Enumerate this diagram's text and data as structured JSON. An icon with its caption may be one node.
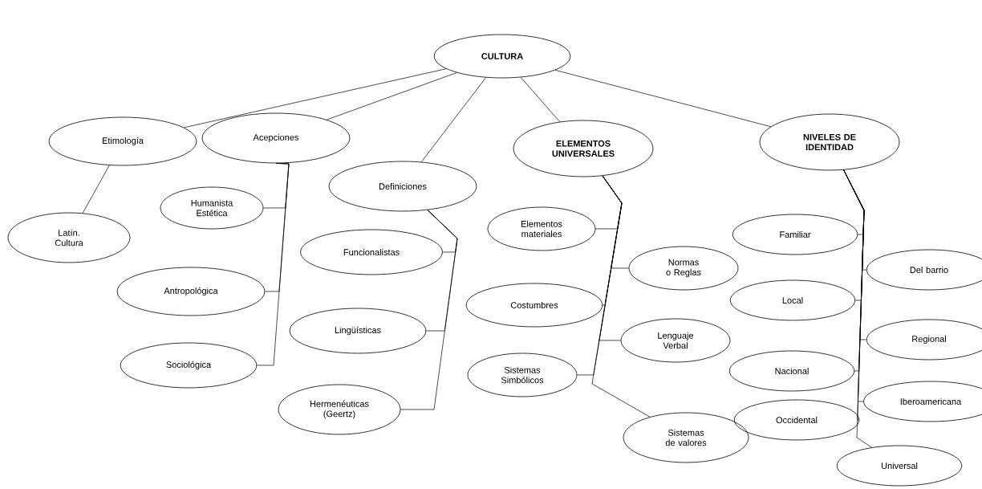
{
  "diagram": {
    "nodes": [
      {
        "text": [
          "CULTURA"
        ]
      },
      {
        "text": [
          "Etimología"
        ]
      },
      {
        "text": [
          "Acepciones"
        ]
      },
      {
        "text": [
          "Latín. Cultura"
        ]
      },
      {
        "text": [
          "Humanista Estética"
        ]
      },
      {
        "text": [
          "Antropológica"
        ]
      },
      {
        "text": [
          "Sociológica"
        ]
      },
      {
        "text": [
          "Definiciones"
        ]
      },
      {
        "text": [
          "Funcionalistas"
        ]
      },
      {
        "text": [
          "Lingüísticas"
        ]
      },
      {
        "text": [
          "Hermenéuticas (Geertz)"
        ]
      },
      {
        "text": [
          "ELEMENTOS UNIVERSALES"
        ]
      },
      {
        "text": [
          "Elementos materiales"
        ]
      },
      {
        "text": [
          "Normas o Reglas"
        ]
      },
      {
        "text": [
          "Costumbres"
        ]
      },
      {
        "text": [
          "Lenguaje Verbal"
        ]
      },
      {
        "text": [
          "Sistemas Simbólicos"
        ]
      },
      {
        "text": [
          "Sistemas de valores"
        ]
      },
      {
        "text": [
          "NIVELES DE IDENTIDAD"
        ]
      },
      {
        "text": [
          "Familiar"
        ]
      },
      {
        "text": [
          "Del barrio"
        ]
      },
      {
        "text": [
          "Local"
        ]
      },
      {
        "text": [
          "Regional"
        ]
      },
      {
        "text": [
          "Nacional"
        ]
      },
      {
        "text": [
          "Iberoamericana"
        ]
      },
      {
        "text": [
          "Occidental"
        ]
      },
      {
        "text": [
          "Universal"
        ]
      }
    ],
    "edges": [
      {
        "from": 0,
        "to": 1,
        "arrow": "none"
      },
      {
        "from": 0,
        "to": 2,
        "arrow": "none"
      },
      {
        "from": 0,
        "to": 7,
        "arrow": "none"
      },
      {
        "from": 0,
        "to": 11,
        "arrow": "none"
      },
      {
        "from": 0,
        "to": 18,
        "arrow": "none"
      },
      {
        "from": 1,
        "to": 3,
        "arrow": "none"
      },
      {
        "from": 2,
        "to": 4,
        "arrow": "none"
      },
      {
        "from": 2,
        "to": 5,
        "arrow": "none"
      },
      {
        "from": 2,
        "to": 6,
        "arrow": "none"
      },
      {
        "from": 7,
        "to": 8,
        "arrow": "none"
      },
      {
        "from": 7,
        "to": 9,
        "arrow": "none"
      },
      {
        "from": 7,
        "to": 10,
        "arrow": "none"
      },
      {
        "from": 11,
        "to": 12,
        "arrow": "none"
      },
      {
        "from": 11,
        "to": 13,
        "arrow": "none"
      },
      {
        "from": 11,
        "to": 14,
        "arrow": "none"
      },
      {
        "from": 11,
        "to": 15,
        "arrow": "none"
      },
      {
        "from": 11,
        "to": 16,
        "arrow": "none"
      },
      {
        "from": 11,
        "to": 17,
        "arrow": "none"
      },
      {
        "from": 18,
        "to": 19,
        "arrow": "none"
      },
      {
        "from": 18,
        "to": 20,
        "arrow": "none"
      },
      {
        "from": 18,
        "to": 21,
        "arrow": "none"
      },
      {
        "from": 18,
        "to": 22,
        "arrow": "none"
      },
      {
        "from": 18,
        "to": 23,
        "arrow": "none"
      },
      {
        "from": 18,
        "to": 24,
        "arrow": "none"
      },
      {
        "from": 18,
        "to": 25,
        "arrow": "none"
      },
      {
        "from": 18,
        "to": 26,
        "arrow": "none"
      }
    ]
  }
}
